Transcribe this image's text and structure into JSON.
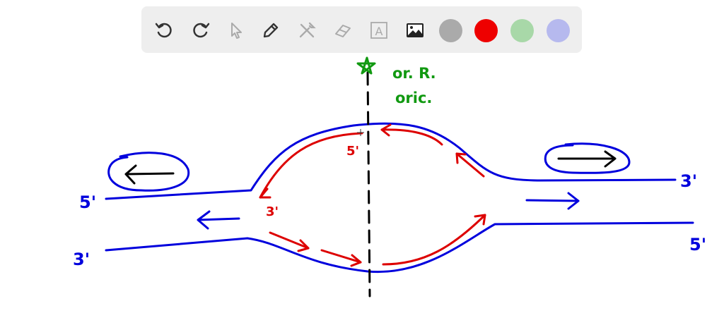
{
  "toolbar": {
    "tools": [
      {
        "name": "undo-icon"
      },
      {
        "name": "redo-icon"
      },
      {
        "name": "select-pointer-icon"
      },
      {
        "name": "pencil-icon"
      },
      {
        "name": "tools-icon"
      },
      {
        "name": "eraser-icon"
      },
      {
        "name": "text-tool-icon",
        "glyph": "A"
      },
      {
        "name": "image-icon"
      }
    ],
    "colors": [
      "#aaaaaa",
      "#ee0000",
      "#a8d8a8",
      "#b6b9ee"
    ]
  },
  "diagram": {
    "colors": {
      "strand": "#0000dd",
      "new_strand": "#dd0000",
      "origin": "#119911",
      "arrow": "#000000"
    },
    "labels": {
      "origin_line1": "or. R.",
      "origin_line2": "oric.",
      "left_top_end": "5'",
      "left_bottom_end": "3'",
      "right_top_end": "3'",
      "right_bottom_end": "5'",
      "leading_top_end": "5'",
      "leading_left_end": "3'"
    }
  }
}
